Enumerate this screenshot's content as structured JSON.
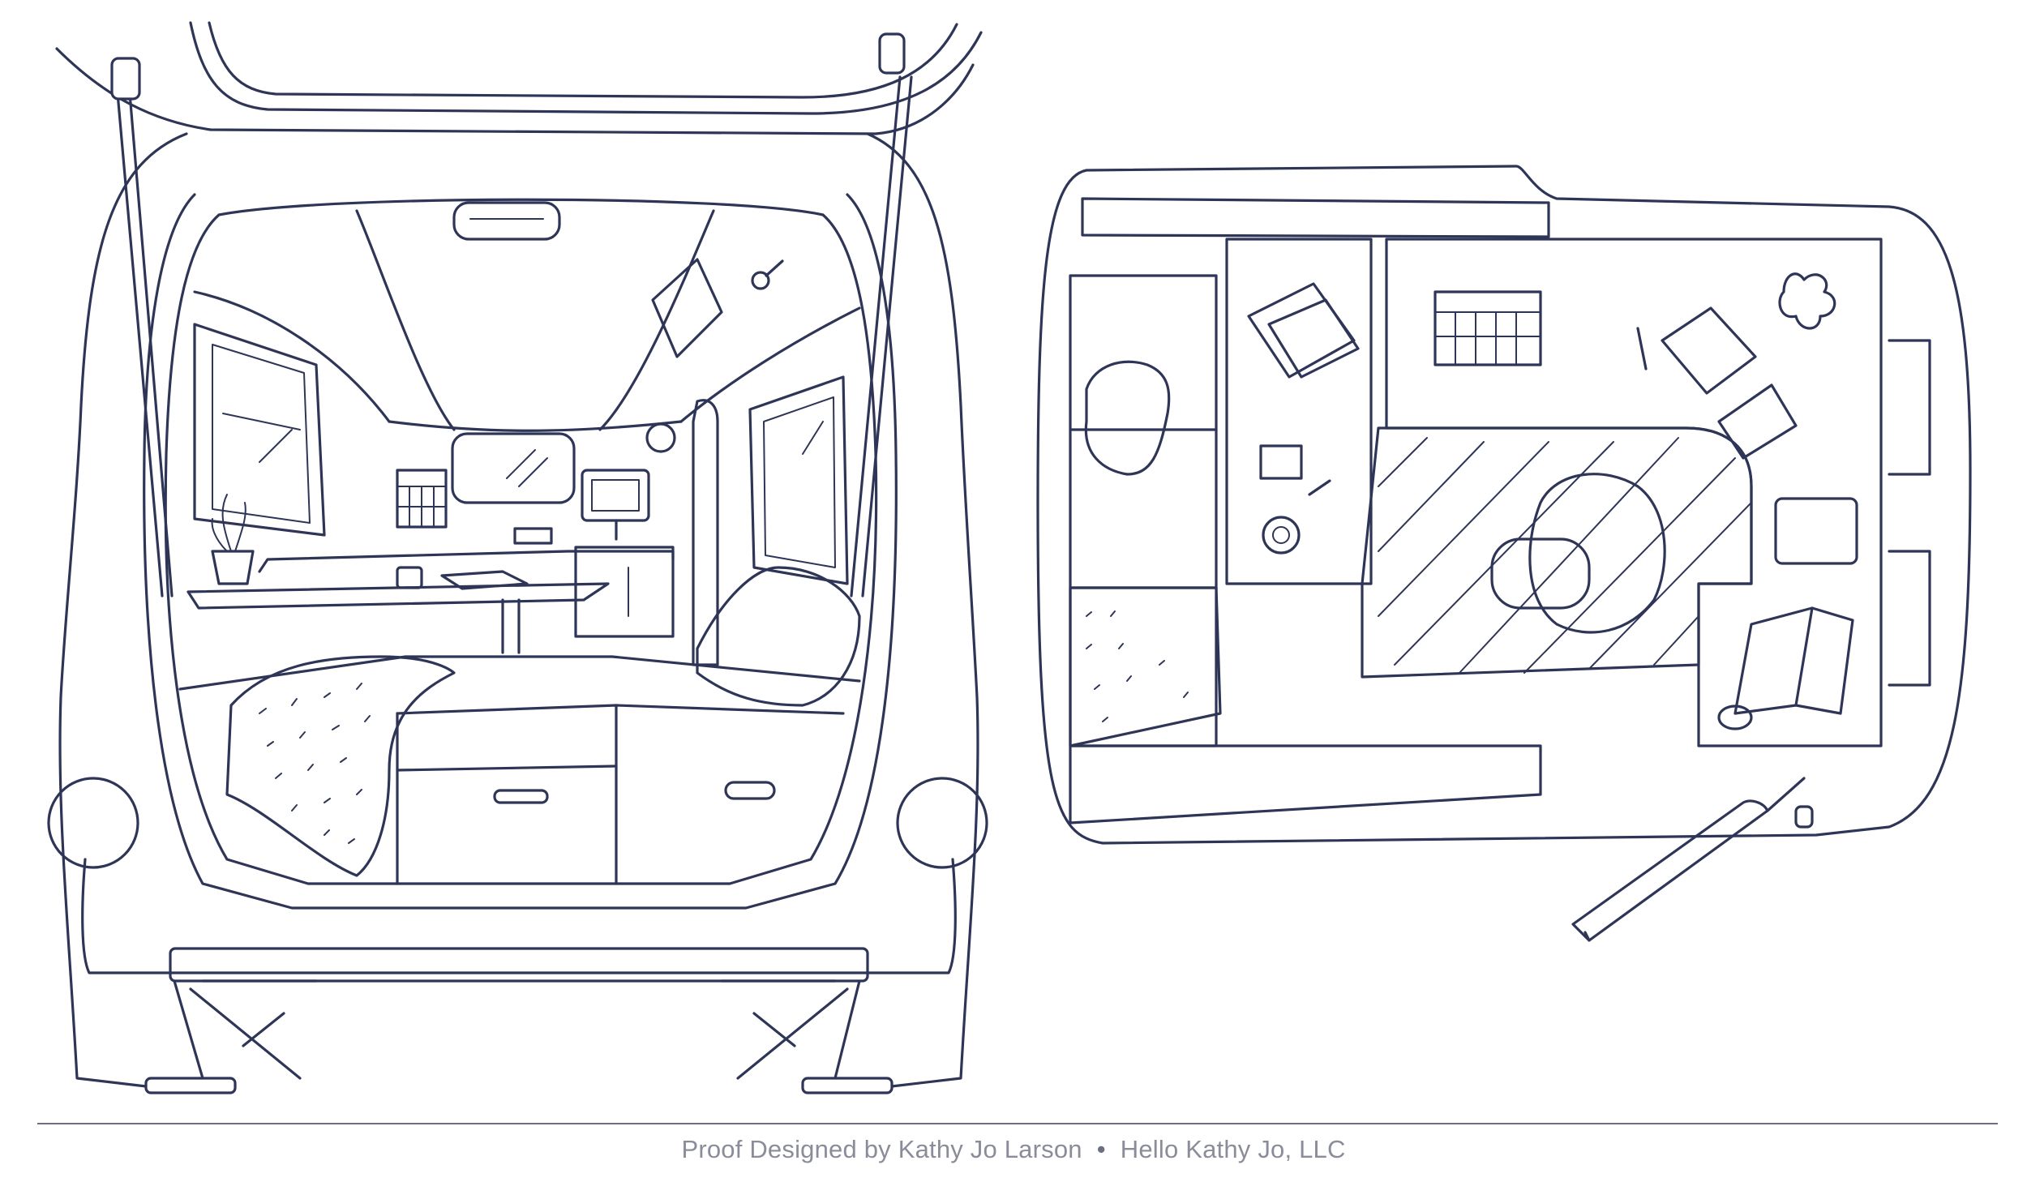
{
  "footer": {
    "left_text": "Proof Designed by Kathy Jo Larson",
    "separator": "•",
    "right_text": "Hello Kathy Jo, LLC"
  },
  "colors": {
    "line": "#2e3557",
    "footer_text": "#8a8d99",
    "background": "#ffffff"
  },
  "illustrations": {
    "left": "van-rear-interior-sketch",
    "right": "van-top-down-floorplan-sketch"
  }
}
